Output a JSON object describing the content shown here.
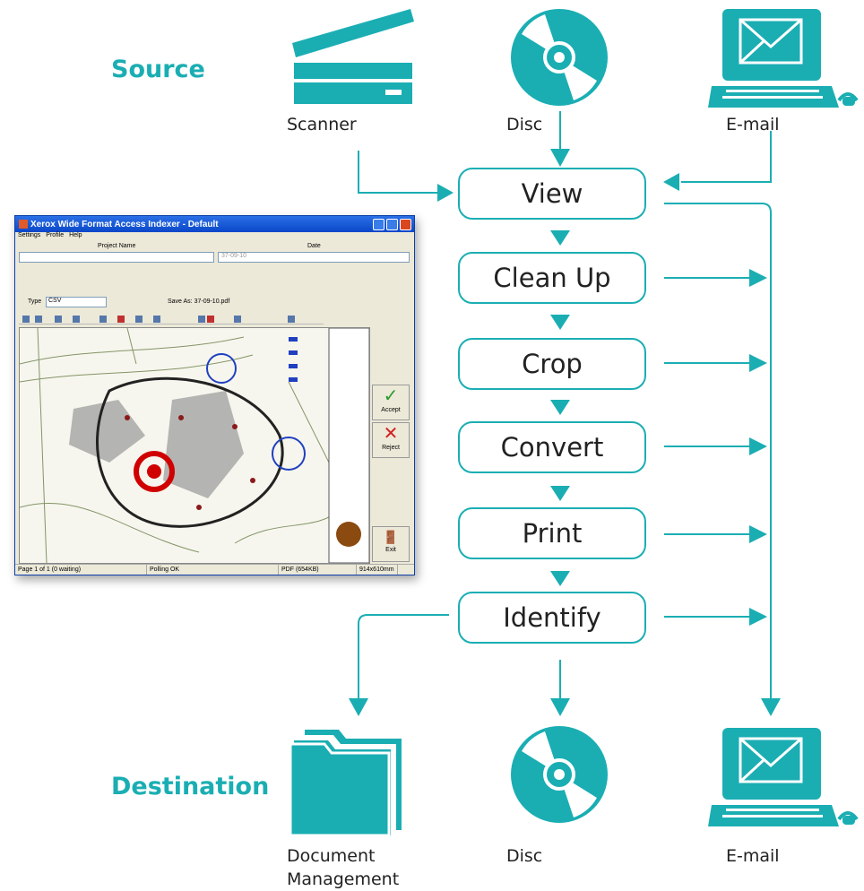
{
  "source": {
    "heading": "Source"
  },
  "destination": {
    "heading": "Destination"
  },
  "source_labels": {
    "scanner": "Scanner",
    "disc": "Disc",
    "email": "E-mail"
  },
  "steps": [
    "View",
    "Clean Up",
    "Crop",
    "Convert",
    "Print",
    "Identify"
  ],
  "dest_labels": {
    "docmgmt_line1": "Document",
    "docmgmt_line2": "Management",
    "disc": "Disc",
    "email": "E-mail"
  },
  "colors": {
    "accent": "#1aaeb3",
    "text": "#222222"
  },
  "icons": [
    "scanner-icon",
    "disc-icon",
    "laptop-email-icon",
    "folder-icon"
  ],
  "screenshot": {
    "title": "Xerox Wide Format Access Indexer - Default",
    "menu": [
      "Settings",
      "Profile",
      "Help"
    ],
    "project_name_label": "Project Name",
    "date_label": "Date",
    "date_value": "37-09-10",
    "type_label": "Type",
    "type_value": "CSV",
    "save_as": "Save As: 37-09-10.pdf",
    "accept_label": "Accept",
    "reject_label": "Reject",
    "exit_label": "Exit",
    "status": [
      "Page 1 of 1 (0 waiting)",
      "Polling OK",
      "PDF (654KB)",
      "914x610mm"
    ]
  }
}
